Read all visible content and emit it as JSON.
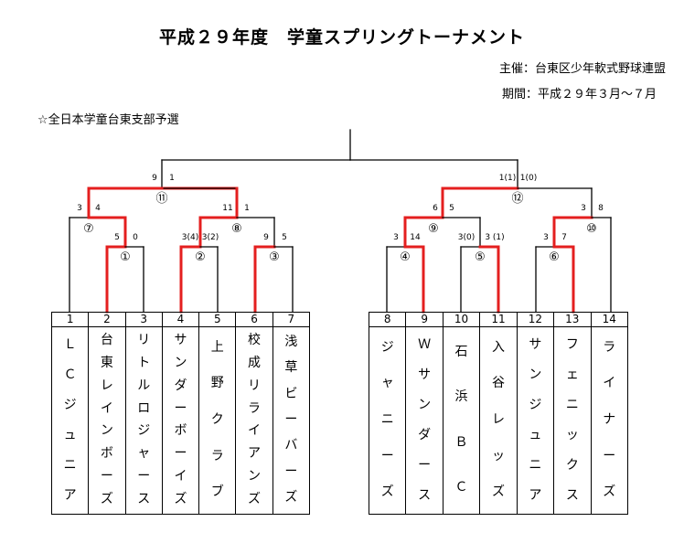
{
  "title": "平成２９年度　学童スプリングトーナメント",
  "sponsor": "主催：台東区少年軟式野球連盟",
  "period": "期間：平成２９年３月～７月",
  "region": "☆全日本学童台東支部予選",
  "teams": [
    {
      "no": "1",
      "name": "ＬＣジュニア",
      "winner_path": false
    },
    {
      "no": "2",
      "name": "台東レインボーズ",
      "winner_path": true
    },
    {
      "no": "3",
      "name": "リトルロジャース",
      "winner_path": false
    },
    {
      "no": "4",
      "name": "サンダーボーイズ",
      "winner_path": true
    },
    {
      "no": "5",
      "name": "上野クラブ",
      "winner_path": false
    },
    {
      "no": "6",
      "name": "校成リライアンズ",
      "winner_path": true
    },
    {
      "no": "7",
      "name": "浅草ビーバーズ",
      "winner_path": false
    },
    {
      "no": "8",
      "name": "ジャニーズ",
      "winner_path": false
    },
    {
      "no": "9",
      "name": "Ｗサンダース",
      "winner_path": true
    },
    {
      "no": "10",
      "name": "石浜ＢＣ",
      "winner_path": false
    },
    {
      "no": "11",
      "name": "入谷レッズ",
      "winner_path": true
    },
    {
      "no": "12",
      "name": "サンジュニア",
      "winner_path": false
    },
    {
      "no": "13",
      "name": "フェニックス",
      "winner_path": true
    },
    {
      "no": "14",
      "name": "ライナーズ",
      "winner_path": false
    }
  ],
  "matches": [
    {
      "label": "①",
      "score_left": "5",
      "score_right": "0"
    },
    {
      "label": "②",
      "score_left": "3(4)",
      "score_right": "3(2)"
    },
    {
      "label": "③",
      "score_left": "9",
      "score_right": "5"
    },
    {
      "label": "④",
      "score_left": "3",
      "score_right": "14"
    },
    {
      "label": "⑤",
      "score_left": "3(0)",
      "score_right": "3 (1)"
    },
    {
      "label": "⑥",
      "score_left": "3",
      "score_right": "7"
    },
    {
      "label": "⑦",
      "score_left": "3",
      "score_right": "4"
    },
    {
      "label": "⑧",
      "score_left": "11",
      "score_right": "1"
    },
    {
      "label": "⑨",
      "score_left": "6",
      "score_right": "5"
    },
    {
      "label": "⑩",
      "score_left": "3",
      "score_right": "8"
    },
    {
      "label": "⑪",
      "score_left": "9",
      "score_right": "1"
    },
    {
      "label": "⑫",
      "score_left": "1(1)",
      "score_right": "1(0)"
    }
  ],
  "colors": {
    "line": "#000000",
    "winner": "#e41f1f"
  }
}
